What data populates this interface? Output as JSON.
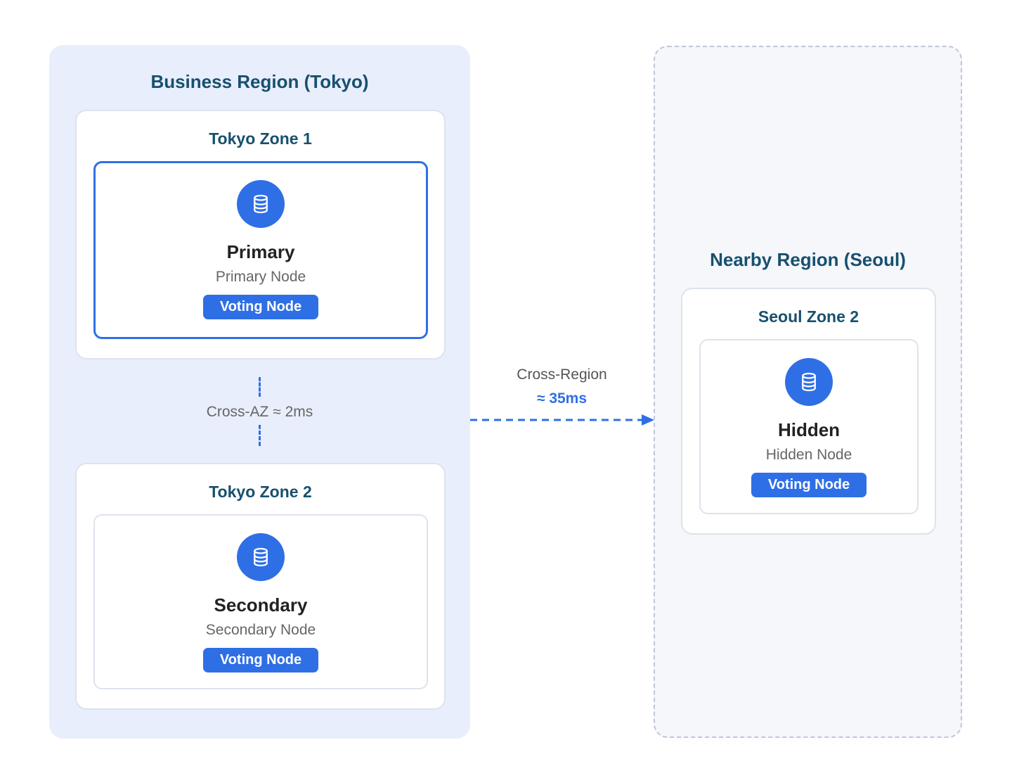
{
  "regions": {
    "business": {
      "title": "Business Region (Tokyo)",
      "zone1": {
        "title": "Tokyo Zone 1",
        "node": {
          "title": "Primary",
          "subtitle": "Primary Node",
          "badge": "Voting Node",
          "icon": "database-icon"
        }
      },
      "zone2": {
        "title": "Tokyo Zone 2",
        "node": {
          "title": "Secondary",
          "subtitle": "Secondary Node",
          "badge": "Voting Node",
          "icon": "database-icon"
        }
      },
      "intra_link": {
        "label": "Cross-AZ ≈ 2ms"
      }
    },
    "nearby": {
      "title": "Nearby Region (Seoul)",
      "zone2": {
        "title": "Seoul Zone 2",
        "node": {
          "title": "Hidden",
          "subtitle": "Hidden Node",
          "badge": "Voting Node",
          "icon": "database-icon"
        }
      }
    }
  },
  "cross_region_link": {
    "label": "Cross-Region",
    "latency": "≈ 35ms"
  },
  "colors": {
    "accent": "#2f6fe6",
    "region_title": "#17506f",
    "business_bg": "#e8eefb",
    "nearby_bg": "#f5f7fb"
  }
}
